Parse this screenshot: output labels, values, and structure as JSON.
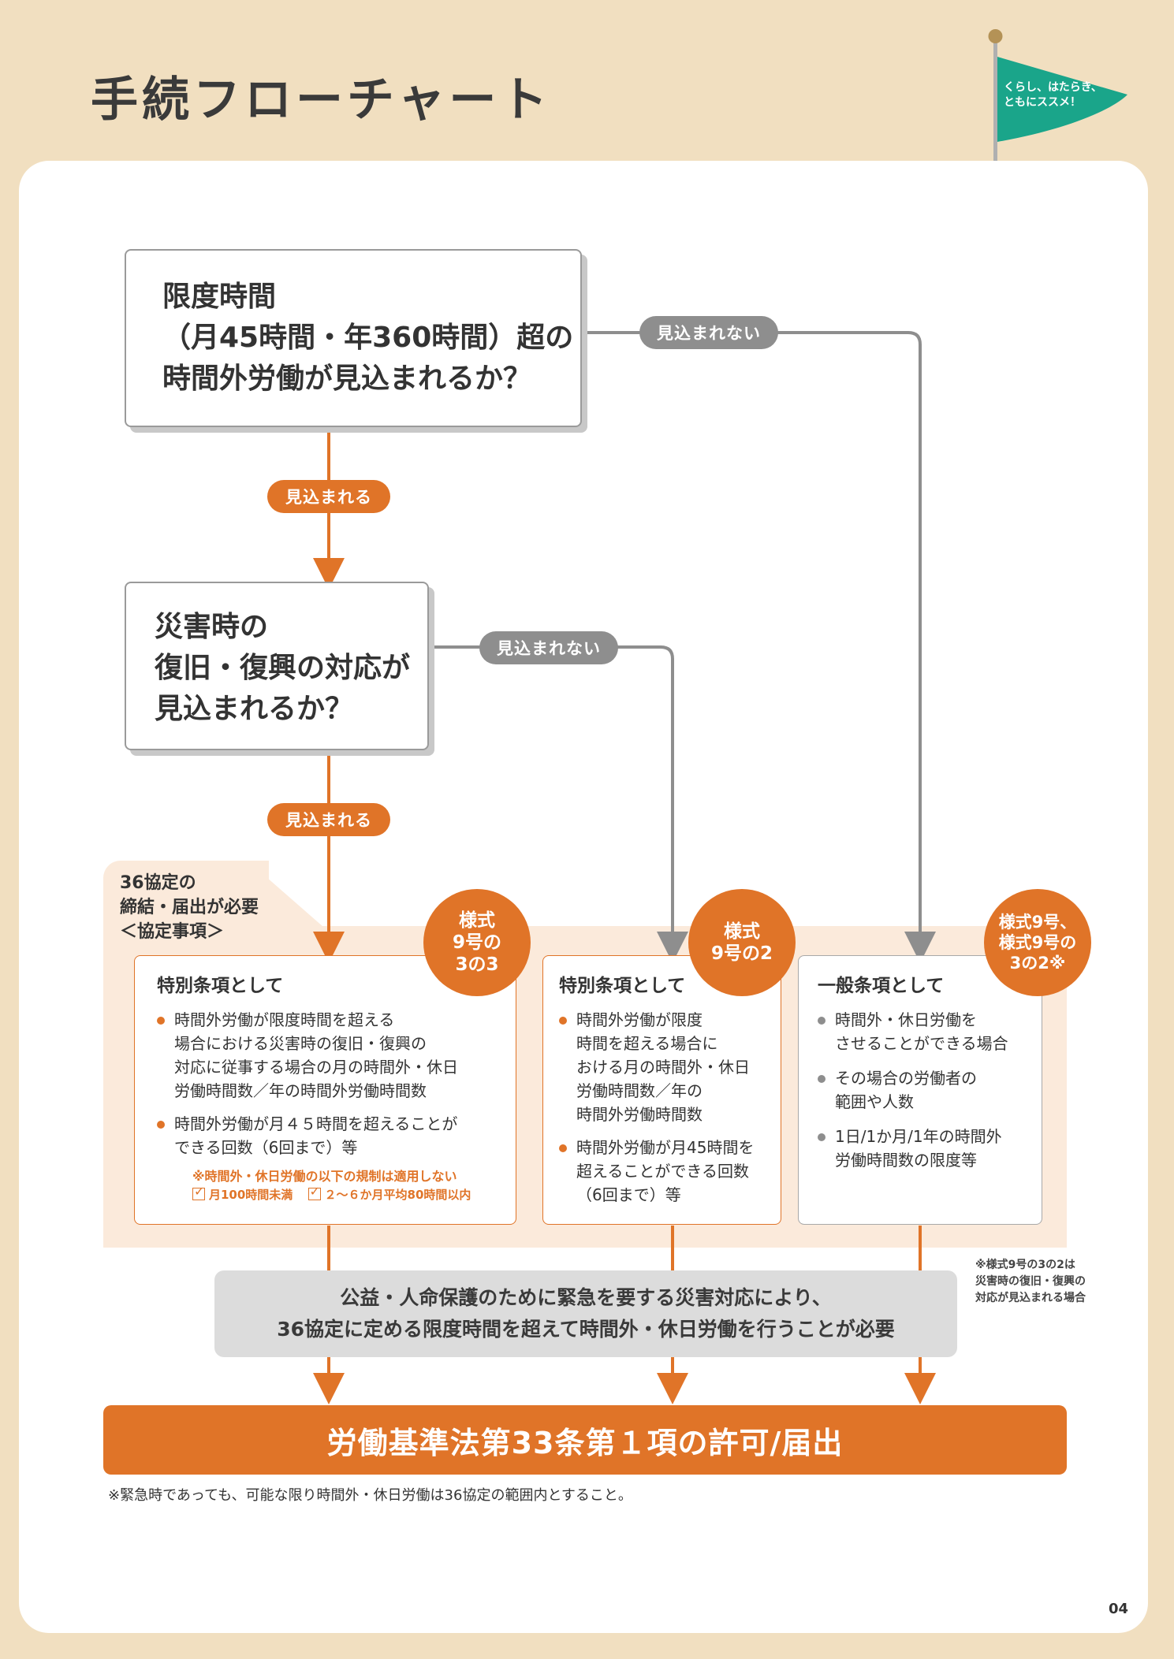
{
  "page": {
    "title": "手続フローチャート",
    "page_number": "04",
    "flag_text": [
      "くらし、はたらき、",
      "ともにススメ！"
    ]
  },
  "q1": {
    "lines": [
      "限度時間",
      "（月45時間・年360時間）超の",
      "時間外労働が見込まれるか？"
    ]
  },
  "q2": {
    "lines": [
      "災害時の",
      "復旧・復興の対応が",
      "見込まれるか？"
    ]
  },
  "labels": {
    "yes": "見込まれる",
    "no": "見込まれない"
  },
  "section": {
    "lines": [
      "36協定の",
      "締結・届出が必要",
      "＜協定事項＞"
    ]
  },
  "box1": {
    "badge": [
      "様式",
      "9号の",
      "3の3"
    ],
    "title": "特別条項として",
    "bullets": [
      [
        "時間外労働が限度時間を超える",
        "場合における災害時の復旧・復興の",
        "対応に従事する場合の月の時間外・休日",
        "労働時間数／年の時間外労働時間数"
      ],
      [
        "時間外労働が月４５時間を超えることが",
        "できる回数（6回まで）等"
      ]
    ],
    "note": "※時間外・休日労働の以下の規制は適用しない",
    "checks": [
      "月100時間未満",
      "２～６か月平均80時間以内"
    ]
  },
  "box2": {
    "badge": [
      "様式",
      "9号の2"
    ],
    "title": "特別条項として",
    "bullets": [
      [
        "時間外労働が限度",
        "時間を超える場合に",
        "おける月の時間外・休日",
        "労働時間数／年の",
        "時間外労働時間数"
      ],
      [
        "時間外労働が月45時間を",
        "超えることができる回数",
        "（6回まで）等"
      ]
    ]
  },
  "box3": {
    "badge": [
      "様式9号、",
      "様式9号の",
      "3の2※"
    ],
    "title": "一般条項として",
    "bullets": [
      [
        "時間外・休日労働を",
        "させることができる場合"
      ],
      [
        "その場合の労働者の",
        "範囲や人数"
      ],
      [
        "1日/1か月/1年の時間外",
        "労働時間数の限度等"
      ]
    ]
  },
  "sidenote": [
    "※様式9号の3の2は",
    "災害時の復旧・復興の",
    "対応が見込まれる場合"
  ],
  "requirement": [
    "公益・人命保護のために緊急を要する災害対応により、",
    "36協定に定める限度時間を超えて時間外・休日労働を行うことが必要"
  ],
  "result": "労働基準法第33条第１項の許可/届出",
  "footnote": "※緊急時であっても、可能な限り時間外・休日労働は36協定の範囲内とすること。",
  "colors": {
    "orange": "#e07428",
    "gray": "#8e8e8e",
    "background": "#f1dfc0",
    "flag": "#1aa58a"
  }
}
